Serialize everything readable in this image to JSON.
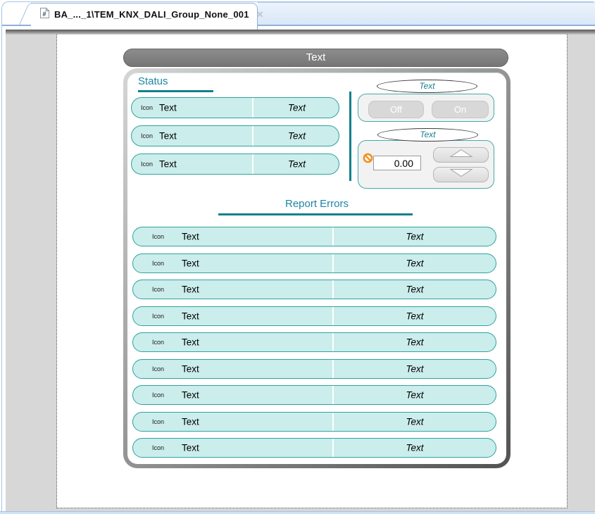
{
  "tab": {
    "title": "BA_..._1\\TEM_KNX_DALI_Group_None_001",
    "close_glyph": "✕",
    "icon": "hash-document-icon"
  },
  "graphic": {
    "title": "Text"
  },
  "status": {
    "heading": "Status",
    "rows": [
      {
        "icon": "Icon",
        "label": "Text",
        "value": "Text"
      },
      {
        "icon": "Icon",
        "label": "Text",
        "value": "Text"
      },
      {
        "icon": "Icon",
        "label": "Text",
        "value": "Text"
      }
    ]
  },
  "switch_group": {
    "header": "Text",
    "off_label": "Off",
    "on_label": "On"
  },
  "spinner_group": {
    "header": "Text",
    "value": "0.00",
    "no_entry_icon": "no-entry-icon",
    "up_icon": "up-arrow-icon",
    "down_icon": "down-arrow-icon"
  },
  "report": {
    "heading": "Report Errors",
    "rows": [
      {
        "icon": "Icon",
        "label": "Text",
        "value": "Text"
      },
      {
        "icon": "Icon",
        "label": "Text",
        "value": "Text"
      },
      {
        "icon": "Icon",
        "label": "Text",
        "value": "Text"
      },
      {
        "icon": "Icon",
        "label": "Text",
        "value": "Text"
      },
      {
        "icon": "Icon",
        "label": "Text",
        "value": "Text"
      },
      {
        "icon": "Icon",
        "label": "Text",
        "value": "Text"
      },
      {
        "icon": "Icon",
        "label": "Text",
        "value": "Text"
      },
      {
        "icon": "Icon",
        "label": "Text",
        "value": "Text"
      },
      {
        "icon": "Icon",
        "label": "Text",
        "value": "Text"
      }
    ]
  },
  "colors": {
    "accent_teal_border": "#2ea3a0",
    "accent_teal_dark": "#11808c",
    "heading_text": "#1c86a6",
    "row_background": "#cbedeb",
    "title_bar_background": "#7f7f7f",
    "group_background": "#f2f2f2",
    "disabled_button": "#d8d8d8",
    "no_entry_orange": "#f0921e",
    "tab_strip_blue": "#d8e7f8",
    "frame_blue": "#a6c3e3"
  }
}
